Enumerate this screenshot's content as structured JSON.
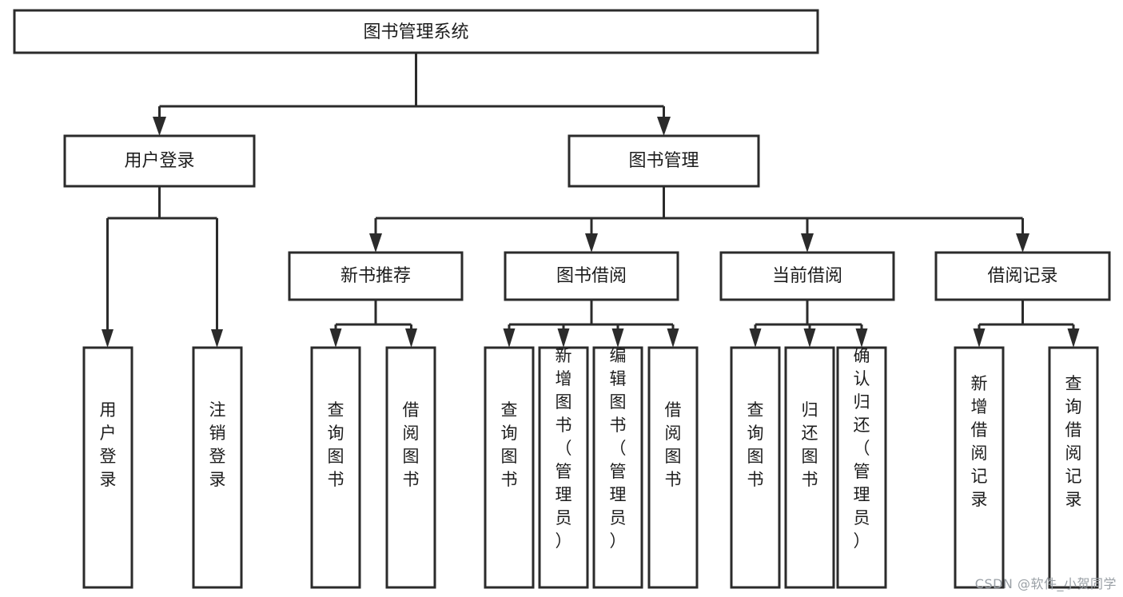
{
  "diagram": {
    "title": "图书管理系统",
    "type": "tree-hierarchy",
    "root": {
      "id": "root",
      "label": "图书管理系统",
      "orientation": "horizontal"
    },
    "level2": [
      {
        "id": "user-login",
        "label": "用户登录",
        "orientation": "horizontal"
      },
      {
        "id": "book-manage",
        "label": "图书管理",
        "orientation": "horizontal"
      }
    ],
    "level3": [
      {
        "id": "new-book-recommend",
        "label": "新书推荐",
        "orientation": "horizontal",
        "parent": "book-manage"
      },
      {
        "id": "book-borrow",
        "label": "图书借阅",
        "orientation": "horizontal",
        "parent": "book-manage"
      },
      {
        "id": "current-borrow",
        "label": "当前借阅",
        "orientation": "horizontal",
        "parent": "book-manage"
      },
      {
        "id": "borrow-record",
        "label": "借阅记录",
        "orientation": "horizontal",
        "parent": "book-manage"
      }
    ],
    "leaves": [
      {
        "id": "leaf-user-login",
        "label": "用户登录",
        "orientation": "vertical",
        "parent": "user-login"
      },
      {
        "id": "leaf-user-logout",
        "label": "注销登录",
        "orientation": "vertical",
        "parent": "user-login"
      },
      {
        "id": "leaf-query-book-1",
        "label": "查询图书",
        "orientation": "vertical",
        "parent": "new-book-recommend"
      },
      {
        "id": "leaf-borrow-book-1",
        "label": "借阅图书",
        "orientation": "vertical",
        "parent": "new-book-recommend"
      },
      {
        "id": "leaf-query-book-2",
        "label": "查询图书",
        "orientation": "vertical",
        "parent": "book-borrow"
      },
      {
        "id": "leaf-add-book",
        "label": "新增图书（管理员）",
        "orientation": "vertical",
        "parent": "book-borrow"
      },
      {
        "id": "leaf-edit-book",
        "label": "编辑图书（管理员）",
        "orientation": "vertical",
        "parent": "book-borrow"
      },
      {
        "id": "leaf-borrow-book-2",
        "label": "借阅图书",
        "orientation": "vertical",
        "parent": "book-borrow"
      },
      {
        "id": "leaf-query-book-3",
        "label": "查询图书",
        "orientation": "vertical",
        "parent": "current-borrow"
      },
      {
        "id": "leaf-return-book",
        "label": "归还图书",
        "orientation": "vertical",
        "parent": "current-borrow"
      },
      {
        "id": "leaf-confirm-return",
        "label": "确认归还（管理员）",
        "orientation": "vertical",
        "parent": "current-borrow"
      },
      {
        "id": "leaf-add-record",
        "label": "新增借阅记录",
        "orientation": "vertical",
        "parent": "borrow-record"
      },
      {
        "id": "leaf-query-record",
        "label": "查询借阅记录",
        "orientation": "vertical",
        "parent": "borrow-record"
      }
    ],
    "colors": {
      "stroke": "#2b2b2b",
      "fill": "#ffffff",
      "text": "#1d1d1d",
      "background": "#ffffff",
      "watermark": "#9aa0a6"
    }
  },
  "watermark": {
    "text": "CSDN @软件_小贺同学"
  }
}
